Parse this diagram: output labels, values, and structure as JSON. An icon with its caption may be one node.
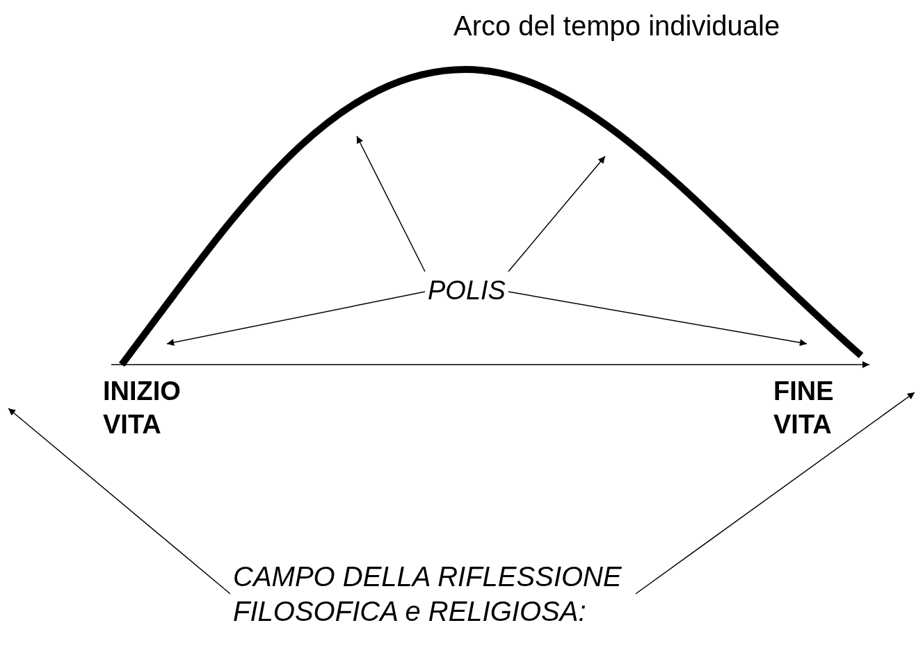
{
  "diagram": {
    "nodes": [
      {
        "text": [
          "POLIS"
        ]
      },
      {
        "text": [
          "INIZIO VITA"
        ]
      },
      {
        "text": [
          "FINE VITA"
        ]
      },
      {
        "text": [
          "CAMPO DELLA RIFLESSIONE FILOSOFICA e RELIGIOSA:"
        ]
      }
    ],
    "edges": [
      {
        "from": 0,
        "to": null,
        "arrow": "to"
      },
      {
        "from": 0,
        "to": null,
        "arrow": "to"
      },
      {
        "from": 0,
        "to": null,
        "arrow": "to"
      },
      {
        "from": 0,
        "to": null,
        "arrow": "to"
      },
      {
        "from": 3,
        "to": null,
        "arrow": "to"
      },
      {
        "from": 3,
        "to": null,
        "arrow": "to"
      }
    ],
    "labels": [
      "Arco del tempo individuale"
    ]
  }
}
